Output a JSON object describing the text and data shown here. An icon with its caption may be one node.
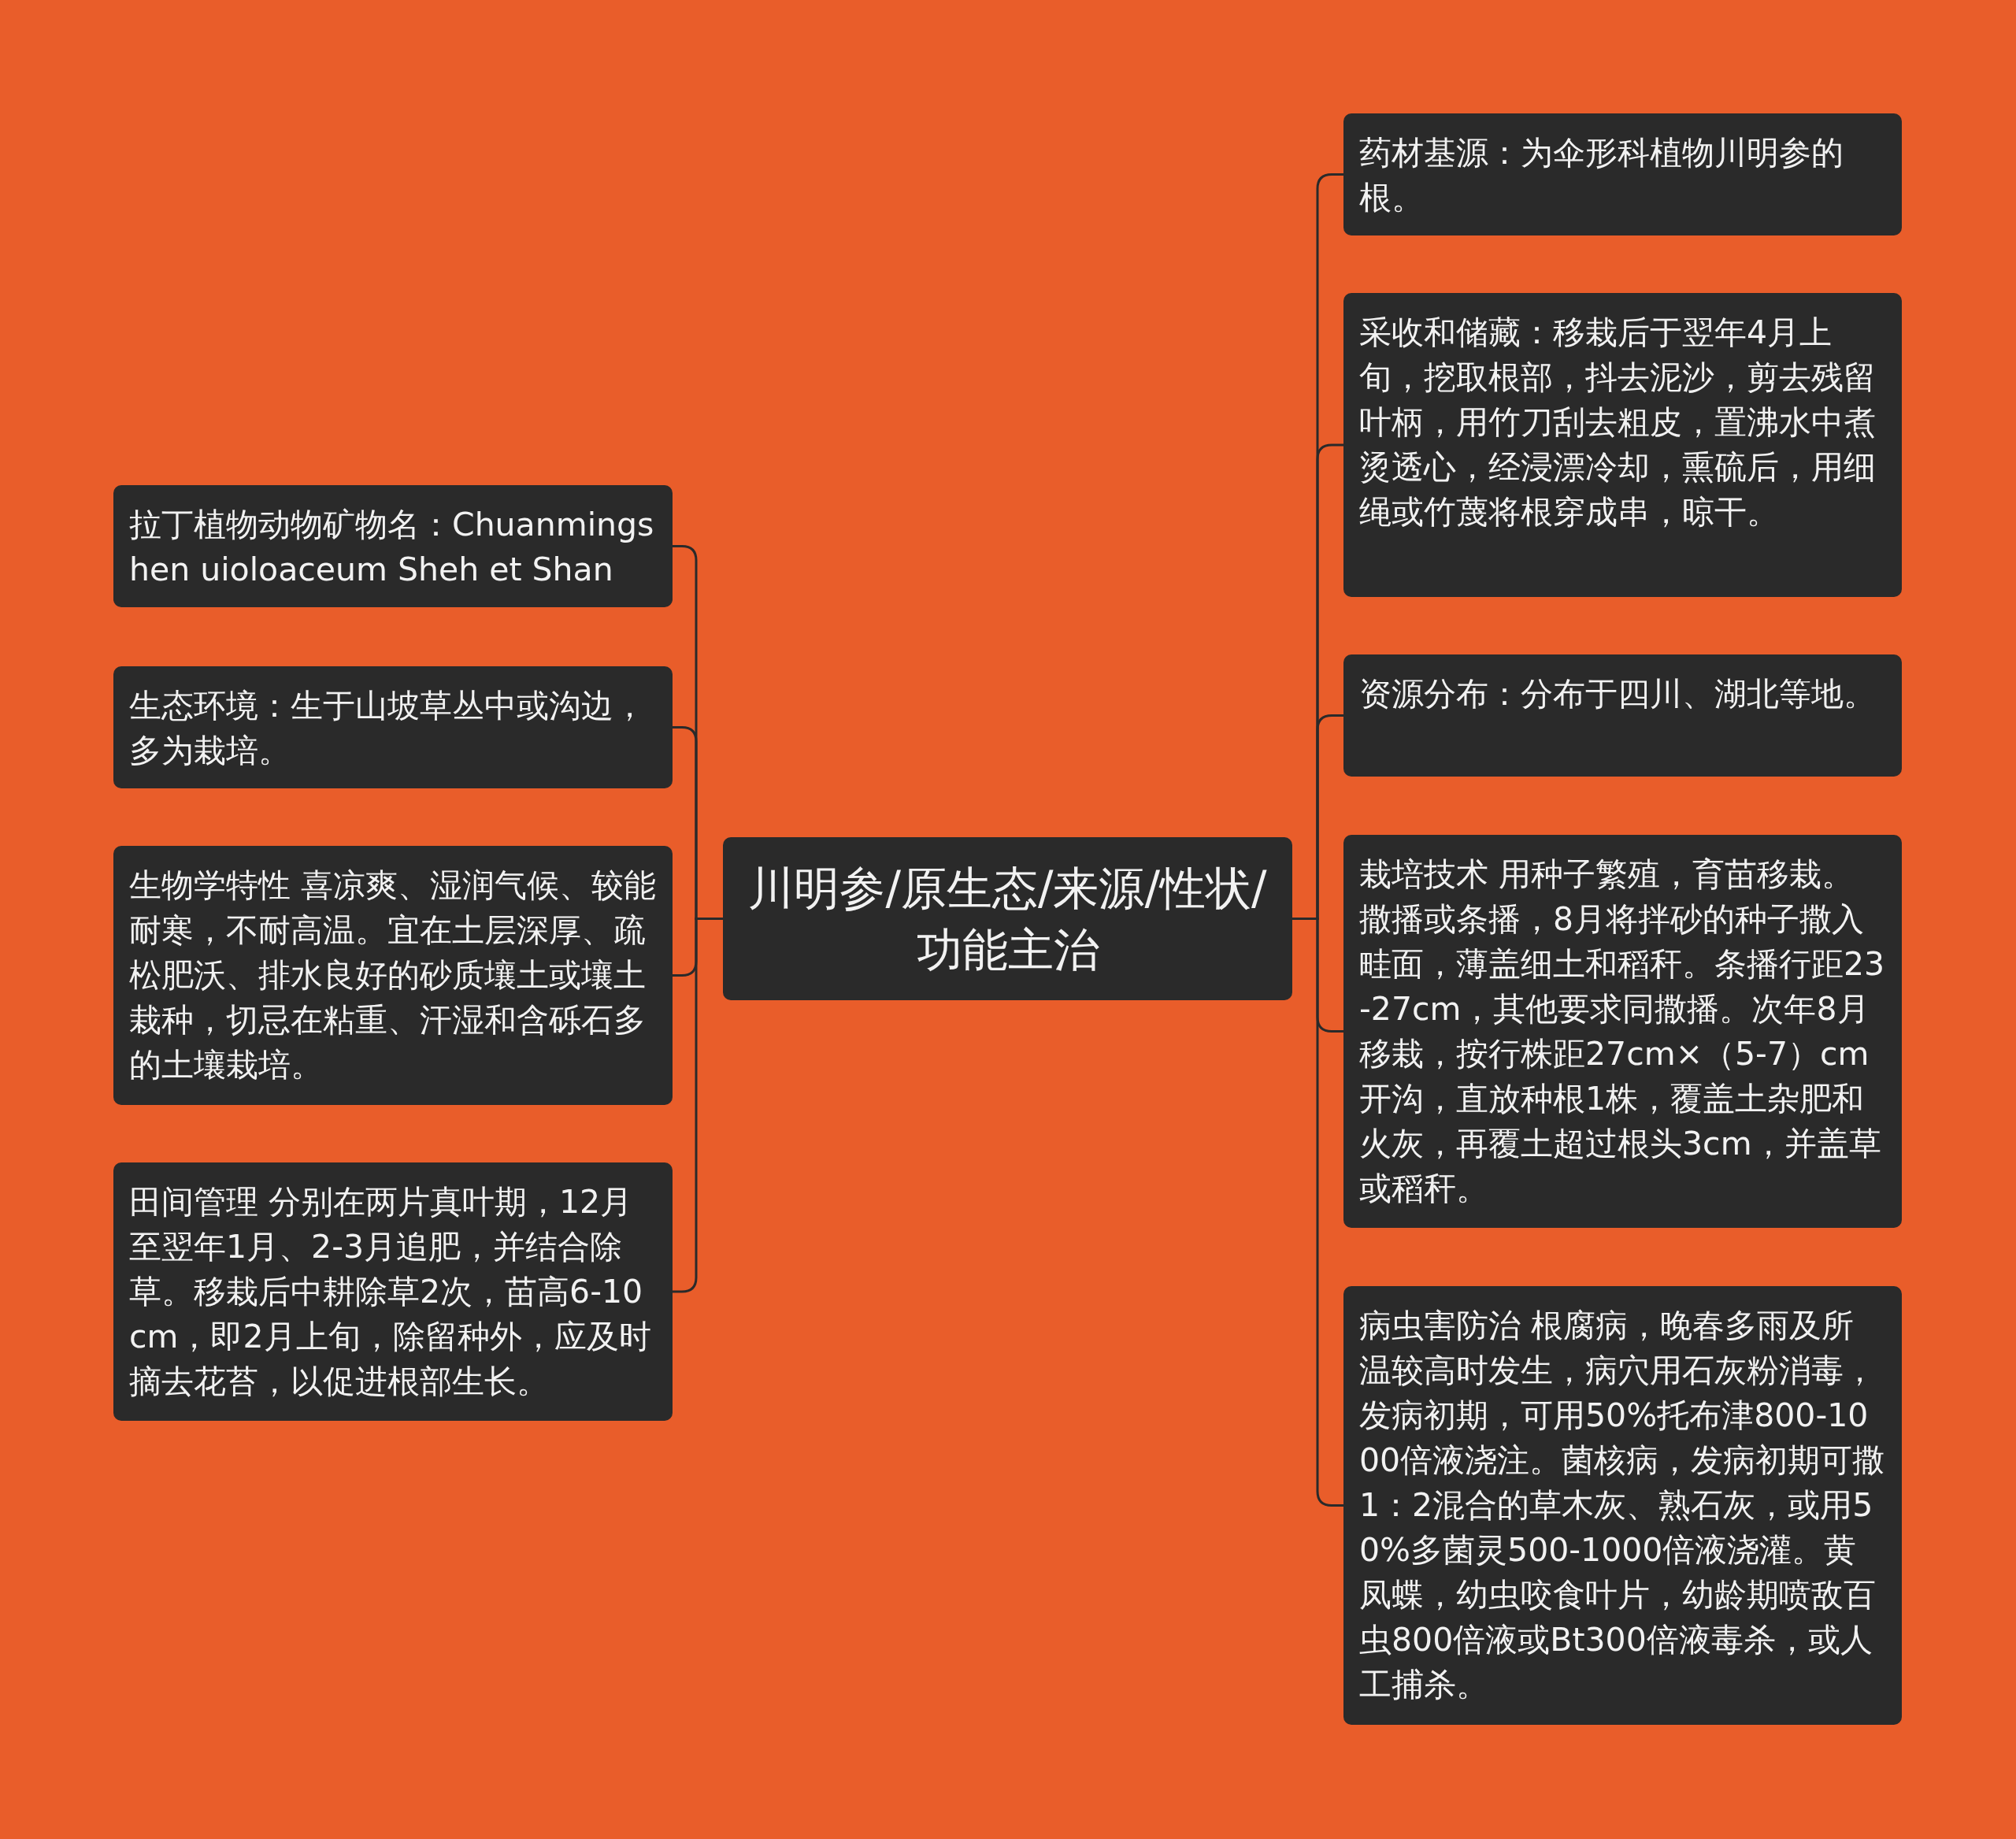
{
  "diagram": {
    "nodes": [
      {
        "text": [
          "川明参/原生态/来源/性状/功能主治"
        ]
      },
      {
        "text": [
          "拉丁植物动物矿物名：Chuanmingshen uioloaceum Sheh et Shan"
        ]
      },
      {
        "text": [
          "生态环境：生于山坡草丛中或沟边，多为栽培。"
        ]
      },
      {
        "text": [
          "生物学特性 喜凉爽、湿润气候、较能耐寒，不耐高温。宜在土层深厚、疏松肥沃、排水良好的砂质壤土或壤土栽种，切忌在粘重、汗湿和含砾石多的土壤栽培。"
        ]
      },
      {
        "text": [
          "田间管理 分别在两片真叶期，12月至翌年1月、2-3月追肥，并结合除草。移栽后中耕除草2次，苗高6-10cm，即2月上旬，除留种外，应及时摘去花苔，以促进根部生长。"
        ]
      },
      {
        "text": [
          "药材基源：为伞形科植物川明参的根。"
        ]
      },
      {
        "text": [
          "采收和储藏：移栽后于翌年4月上旬，挖取根部，抖去泥沙，剪去残留叶柄，用竹刀刮去粗皮，置沸水中煮烫透心，经浸漂冷却，熏硫后，用细绳或竹蔑将根穿成串，晾干。"
        ]
      },
      {
        "text": [
          "资源分布：分布于四川、湖北等地。"
        ]
      },
      {
        "text": [
          "栽培技术 用种子繁殖，育苗移栽。撒播或条播，8月将拌砂的种子撒入畦面，薄盖细土和稻秆。条播行距23-27cm，其他要求同撒播。次年8月移栽，按行株距27cm×（5-7）cm开沟，直放种根1株，覆盖土杂肥和火灰，再覆土超过根头3cm，并盖草或稻秆。"
        ]
      },
      {
        "text": [
          "病虫害防治 根腐病，晚春多雨及所温较高时发生，病穴用石灰粉消毒，发病初期，可用50%托布津800-1000倍液浇注。菌核病，发病初期可撒1：2混合的草木灰、熟石灰，或用50%多菌灵500-1000倍液浇灌。黄凤蝶，幼虫咬食叶片，幼龄期喷敌百虫800倍液或Bt300倍液毒杀，或人工捕杀。"
        ]
      }
    ],
    "edges": [
      {
        "from": 0,
        "to": 1,
        "arrow": "none"
      },
      {
        "from": 0,
        "to": 2,
        "arrow": "none"
      },
      {
        "from": 0,
        "to": 3,
        "arrow": "none"
      },
      {
        "from": 0,
        "to": 4,
        "arrow": "none"
      },
      {
        "from": 0,
        "to": 5,
        "arrow": "none"
      },
      {
        "from": 0,
        "to": 6,
        "arrow": "none"
      },
      {
        "from": 0,
        "to": 7,
        "arrow": "none"
      },
      {
        "from": 0,
        "to": 8,
        "arrow": "none"
      },
      {
        "from": 0,
        "to": 9,
        "arrow": "none"
      }
    ]
  }
}
